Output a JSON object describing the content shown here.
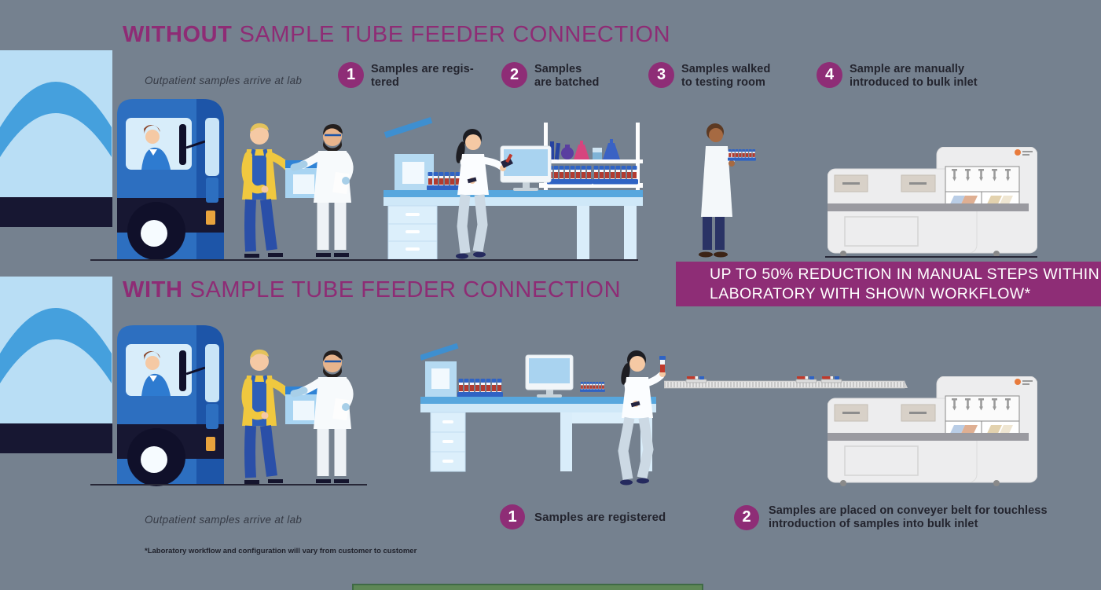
{
  "colors": {
    "background": "#75818F",
    "title_purple": "#8E2C75",
    "banner_background": "#8E2D76",
    "step_circle": "#8E2D76",
    "step_text": "#23242E",
    "banner_text": "#FFFFFF",
    "caption_text": "#363B46",
    "green_box_fill": "#5E8756",
    "green_box_border": "#3F6A45"
  },
  "without_section": {
    "title_bold": "WITHOUT",
    "title_rest": "SAMPLE TUBE FEEDER CONNECTION",
    "caption": "Outpatient samples arrive at lab",
    "steps": [
      {
        "num": "1",
        "label": "Samples are regis-\ntered"
      },
      {
        "num": "2",
        "label": "Samples\nare batched"
      },
      {
        "num": "3",
        "label": "Samples walked\nto testing room"
      },
      {
        "num": "4",
        "label": "Sample are manually\nintroduced to bulk inlet"
      }
    ]
  },
  "banner": {
    "text": "UP TO 50% REDUCTION IN MANUAL STEPS WITHIN\nLABORATORY WITH SHOWN WORKFLOW*"
  },
  "with_section": {
    "title_bold": "WITH",
    "title_rest": "SAMPLE TUBE FEEDER CONNECTION",
    "caption": "Outpatient samples arrive at lab",
    "footnote": "*Laboratory workflow and configuration will vary from customer to customer",
    "steps": [
      {
        "num": "1",
        "label": "Samples are registered"
      },
      {
        "num": "2",
        "label": "Samples are placed on conveyer belt for touchless\nintroduction of samples into bulk inlet"
      }
    ]
  },
  "illustrations": {
    "truck": "delivery-truck-with-driver",
    "handoff": "courier-handing-sample-box-to-lab-tech",
    "registration_desk": "lab-desk-with-computer-and-tube-racks",
    "walking_tech": "lab-tech-carrying-tube-rack",
    "analyzer": "bulk-inlet-analyzer-machine",
    "conveyor": "sample-tube-conveyor-belt"
  }
}
